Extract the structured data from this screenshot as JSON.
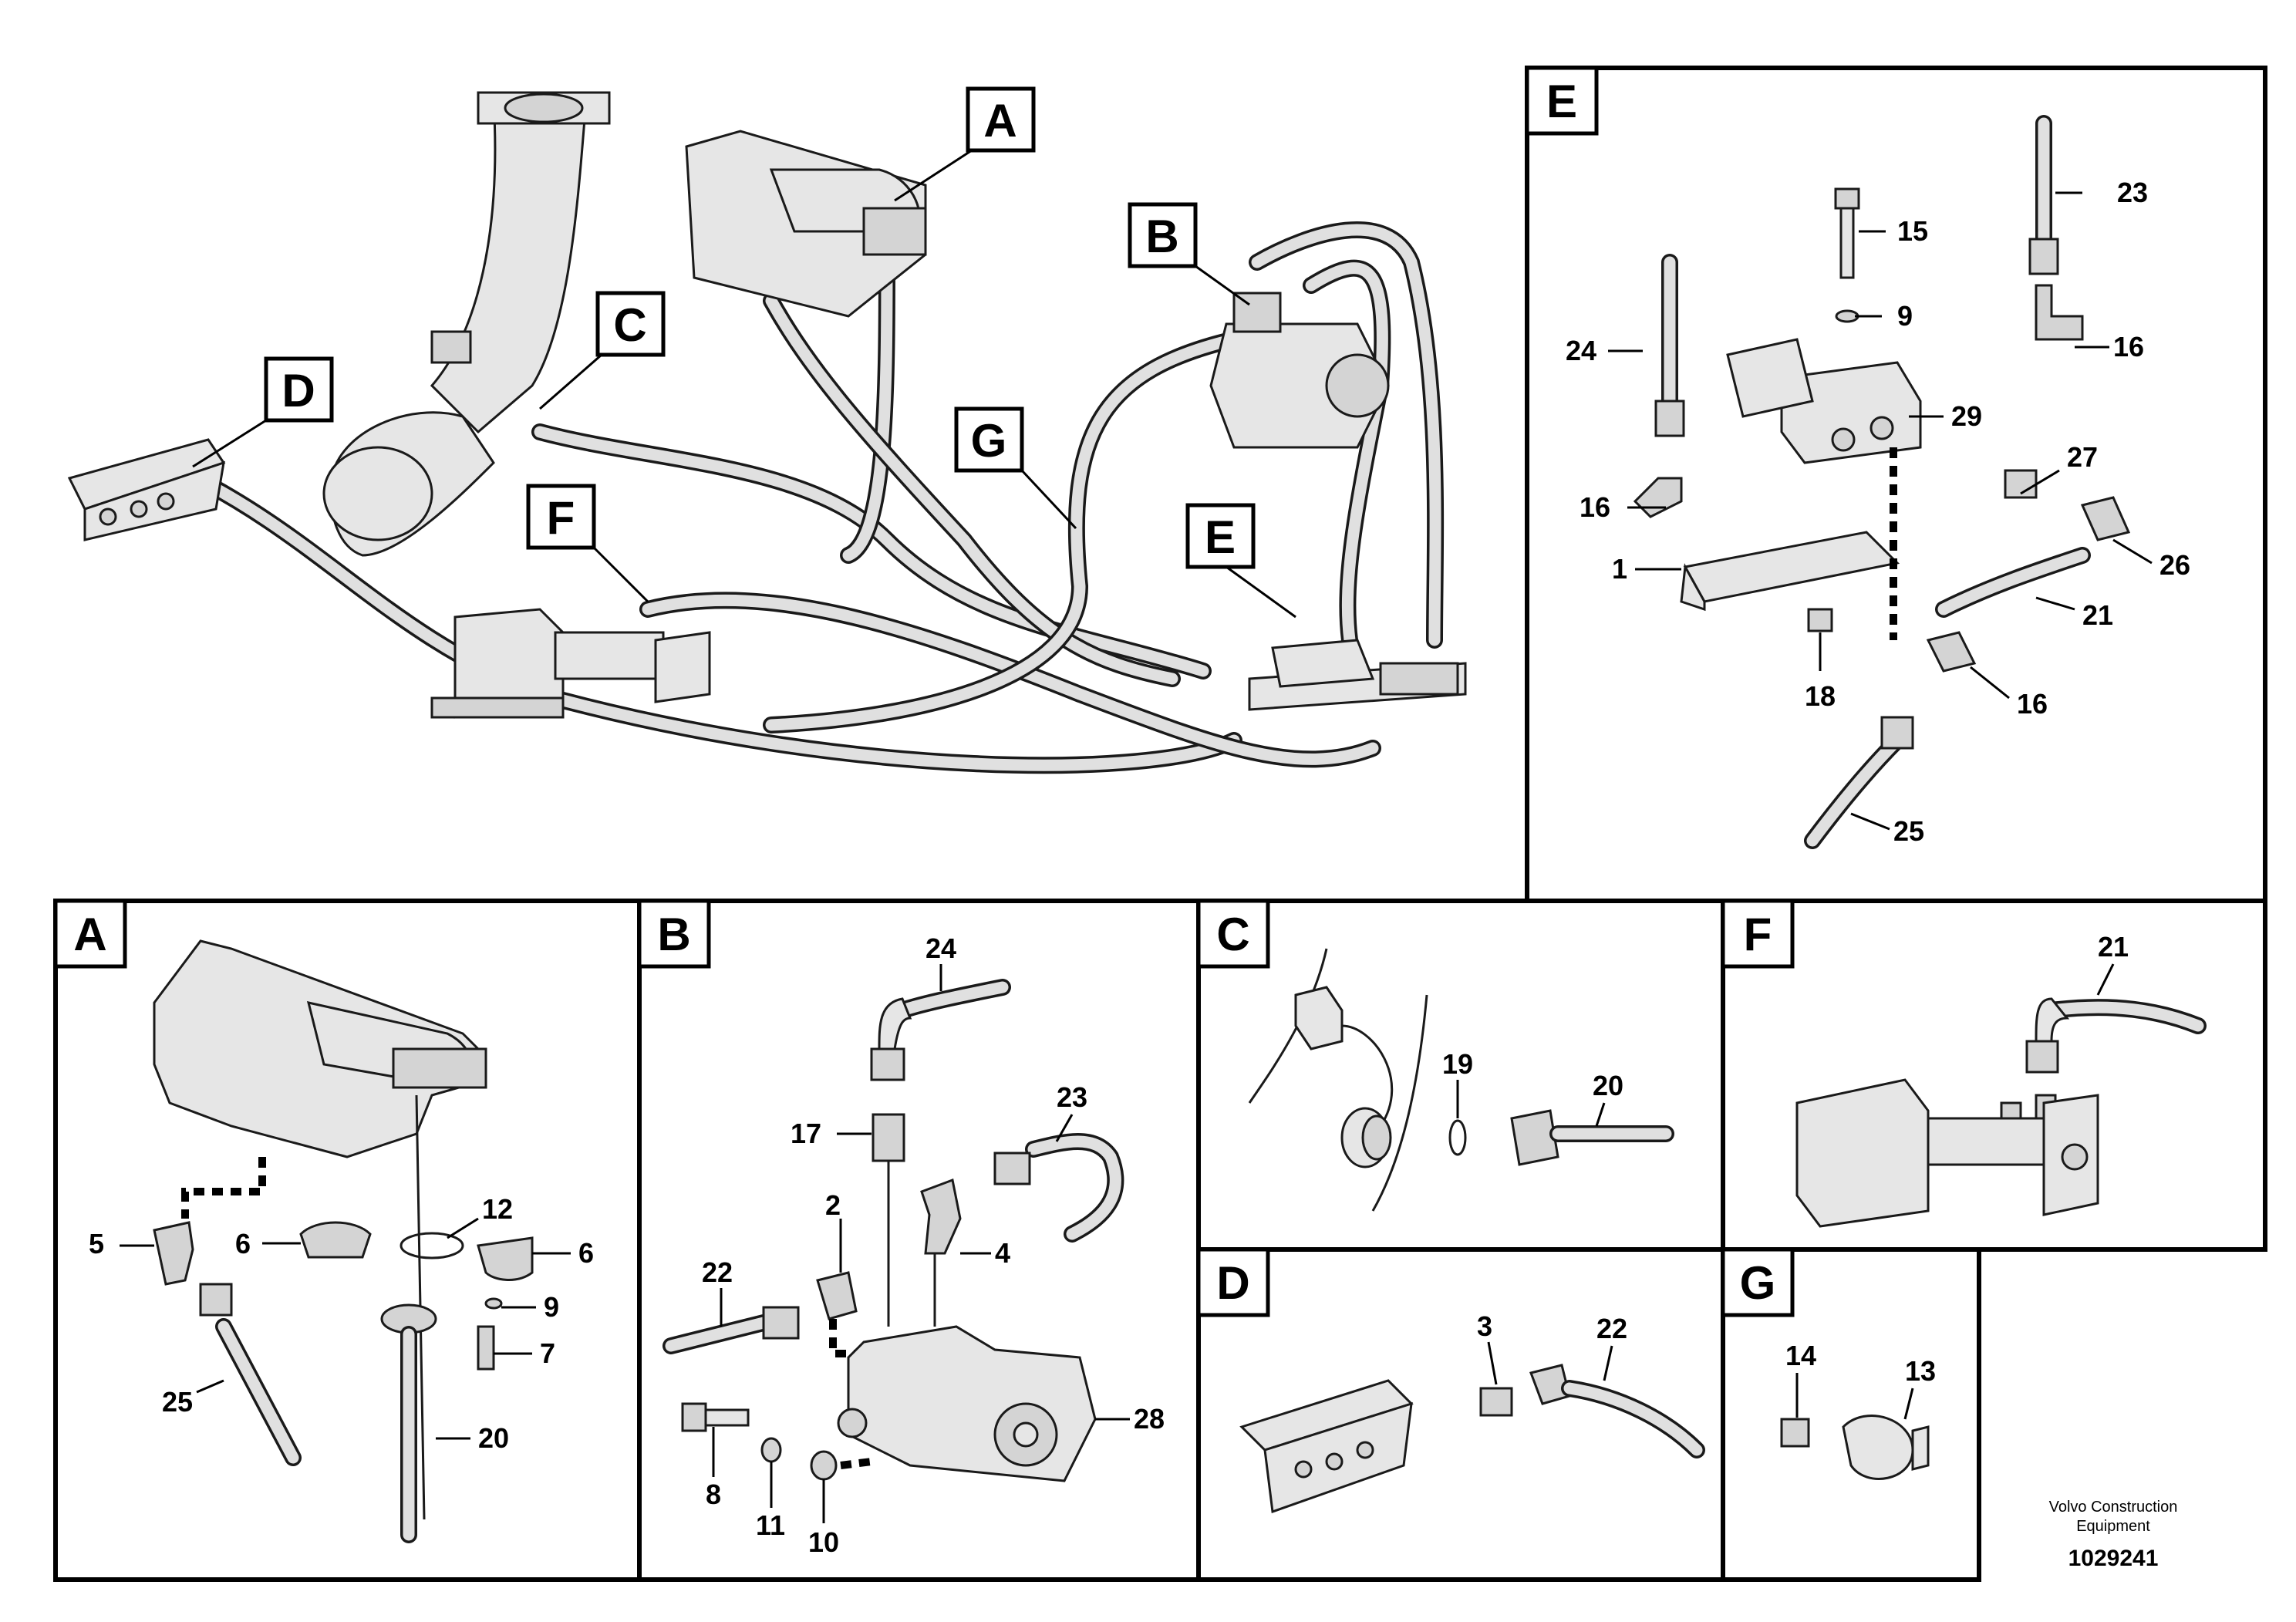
{
  "main_callouts": [
    "A",
    "B",
    "C",
    "D",
    "E",
    "F",
    "G"
  ],
  "panels": {
    "A": {
      "tag": "A",
      "parts": [
        "5",
        "6",
        "12",
        "6",
        "9",
        "7",
        "25",
        "20"
      ]
    },
    "B": {
      "tag": "B",
      "parts": [
        "24",
        "23",
        "17",
        "2",
        "4",
        "22",
        "28",
        "8",
        "11",
        "10"
      ]
    },
    "C": {
      "tag": "C",
      "parts": [
        "19",
        "20"
      ]
    },
    "D": {
      "tag": "D",
      "parts": [
        "3",
        "22"
      ]
    },
    "E": {
      "tag": "E",
      "parts": [
        "23",
        "15",
        "9",
        "24",
        "16",
        "29",
        "27",
        "16",
        "1",
        "26",
        "21",
        "18",
        "16",
        "25"
      ]
    },
    "F": {
      "tag": "F",
      "parts": [
        "21"
      ]
    },
    "G": {
      "tag": "G",
      "parts": [
        "14",
        "13"
      ]
    }
  },
  "footer": {
    "brand_line1": "Volvo Construction",
    "brand_line2": "Equipment",
    "doc_number": "1029241"
  },
  "colors": {
    "line": "#1a1a1a",
    "part_fill": "#d4d4d4",
    "background": "#ffffff"
  }
}
